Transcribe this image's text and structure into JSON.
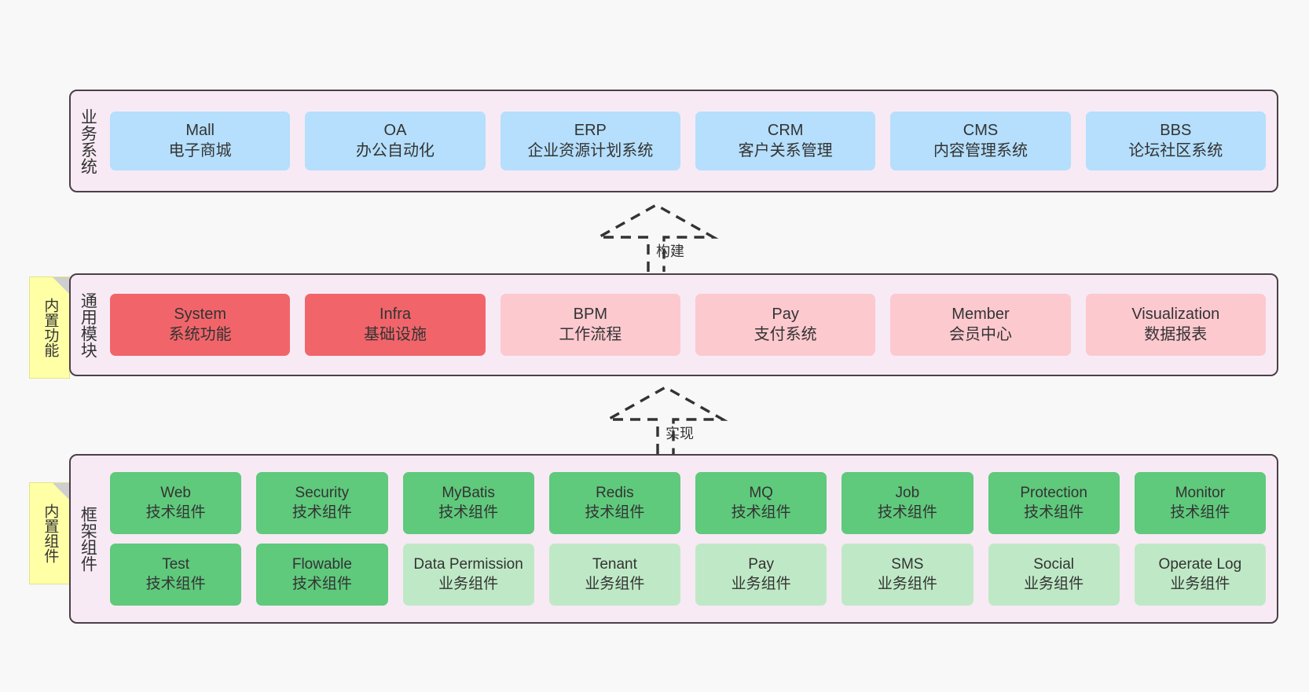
{
  "theme": {
    "page_bg": "#f8f8f8",
    "layer_bg": "#f7eaf4",
    "layer_border": "#4a4047",
    "note_bg": "#ffffa6",
    "blue": "#b5dffc",
    "red": "#f1656a",
    "pink": "#fcc9cf",
    "green": "#5fc97c",
    "light_green": "#bfe9c6"
  },
  "layers": {
    "business": {
      "title": "业务系统",
      "cards": [
        {
          "name": "Mall",
          "sub": "电子商城"
        },
        {
          "name": "OA",
          "sub": "办公自动化"
        },
        {
          "name": "ERP",
          "sub": "企业资源计划系统"
        },
        {
          "name": "CRM",
          "sub": "客户关系管理"
        },
        {
          "name": "CMS",
          "sub": "内容管理系统"
        },
        {
          "name": "BBS",
          "sub": "论坛社区系统"
        }
      ]
    },
    "common": {
      "title": "通用模块",
      "note": "内置功能",
      "cards": [
        {
          "name": "System",
          "sub": "系统功能"
        },
        {
          "name": "Infra",
          "sub": "基础设施"
        },
        {
          "name": "BPM",
          "sub": "工作流程"
        },
        {
          "name": "Pay",
          "sub": "支付系统"
        },
        {
          "name": "Member",
          "sub": "会员中心"
        },
        {
          "name": "Visualization",
          "sub": "数据报表"
        }
      ]
    },
    "framework": {
      "title": "框架组件",
      "note": "内置组件",
      "row1": [
        {
          "name": "Web",
          "sub": "技术组件"
        },
        {
          "name": "Security",
          "sub": "技术组件"
        },
        {
          "name": "MyBatis",
          "sub": "技术组件"
        },
        {
          "name": "Redis",
          "sub": "技术组件"
        },
        {
          "name": "MQ",
          "sub": "技术组件"
        },
        {
          "name": "Job",
          "sub": "技术组件"
        },
        {
          "name": "Protection",
          "sub": "技术组件"
        },
        {
          "name": "Monitor",
          "sub": "技术组件"
        }
      ],
      "row2": [
        {
          "name": "Test",
          "sub": "技术组件"
        },
        {
          "name": "Flowable",
          "sub": "技术组件"
        },
        {
          "name": "Data Permission",
          "sub": "业务组件"
        },
        {
          "name": "Tenant",
          "sub": "业务组件"
        },
        {
          "name": "Pay",
          "sub": "业务组件"
        },
        {
          "name": "SMS",
          "sub": "业务组件"
        },
        {
          "name": "Social",
          "sub": "业务组件"
        },
        {
          "name": "Operate Log",
          "sub": "业务组件"
        }
      ]
    }
  },
  "connectors": {
    "build": "构建",
    "implement": "实现"
  }
}
